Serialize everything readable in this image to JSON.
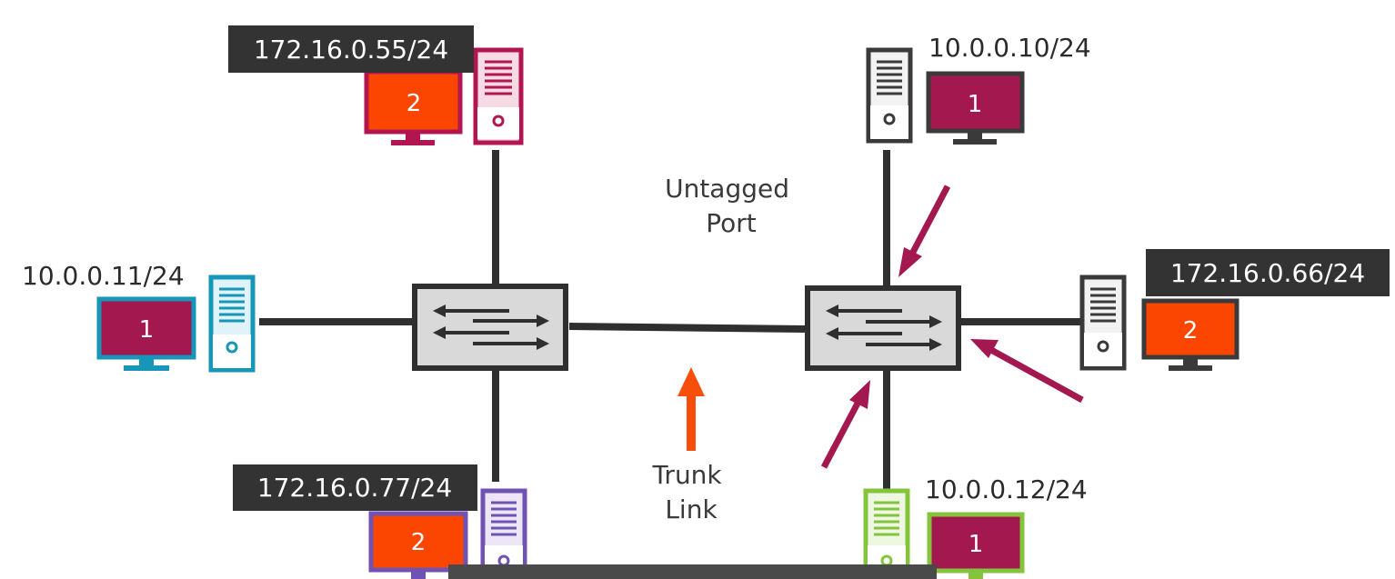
{
  "colors": {
    "line": "#2f2f2f",
    "switch_fill": "#d9d9d9",
    "label_box": "#333333",
    "vlan1_screen": "#a3184f",
    "vlan2_screen": "#fa4600",
    "pink_device": "#b2154f",
    "cyan_device": "#1696b9",
    "purple_device": "#7052b3",
    "green_device": "#84c43c",
    "dark_device": "#3a3a3a",
    "callout_arrow": "#a3184f",
    "trunk_arrow": "#f74e0c"
  },
  "labels": {
    "top_left_ip": "172.16.0.55/24",
    "left_ip": "10.0.0.11/24",
    "bottom_left_ip": "172.16.0.77/24",
    "top_right_ip": "10.0.0.10/24",
    "right_ip": "172.16.0.66/24",
    "bottom_right_ip": "10.0.0.12/24",
    "untagged_port": [
      "Untagged",
      "Port"
    ],
    "trunk_link": [
      "Trunk",
      "Link"
    ]
  },
  "vlans": {
    "top_left": "2",
    "left": "1",
    "bottom_left": "2",
    "top_right": "1",
    "right": "2",
    "bottom_right": "1"
  },
  "icons": [
    "switch-icon",
    "workstation-icon",
    "pc-tower-icon",
    "monitor-icon",
    "callout-arrow-icon"
  ]
}
